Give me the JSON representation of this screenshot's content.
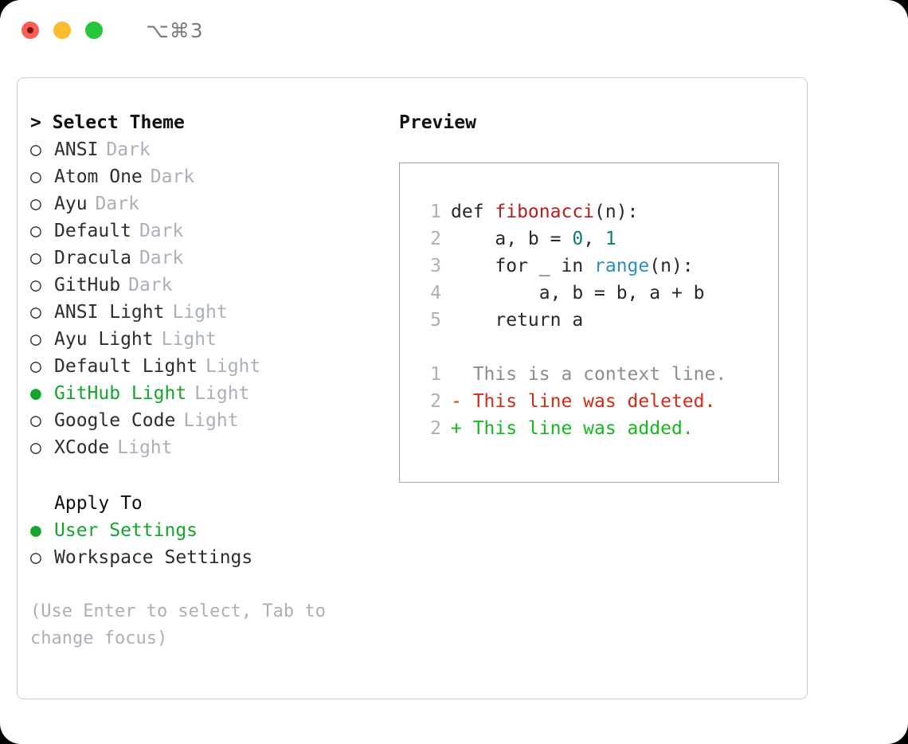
{
  "titlebar": {
    "shortcut": "⌥⌘3",
    "lights": [
      {
        "name": "close",
        "color": "#fa5f55"
      },
      {
        "name": "minimize",
        "color": "#fdbc2c"
      },
      {
        "name": "maximize",
        "color": "#25c639"
      }
    ]
  },
  "theme_selector": {
    "header": "> Select Theme",
    "items": [
      {
        "label": "ANSI",
        "tag": "Dark",
        "selected": false
      },
      {
        "label": "Atom One",
        "tag": "Dark",
        "selected": false
      },
      {
        "label": "Ayu",
        "tag": "Dark",
        "selected": false
      },
      {
        "label": "Default",
        "tag": "Dark",
        "selected": false
      },
      {
        "label": "Dracula",
        "tag": "Dark",
        "selected": false
      },
      {
        "label": "GitHub",
        "tag": "Dark",
        "selected": false
      },
      {
        "label": "ANSI Light",
        "tag": "Light",
        "selected": false
      },
      {
        "label": "Ayu Light",
        "tag": "Light",
        "selected": false
      },
      {
        "label": "Default Light",
        "tag": "Light",
        "selected": false
      },
      {
        "label": "GitHub Light",
        "tag": "Light",
        "selected": true
      },
      {
        "label": "Google Code",
        "tag": "Light",
        "selected": false
      },
      {
        "label": "XCode",
        "tag": "Light",
        "selected": false
      }
    ],
    "bullet_selected": "●",
    "bullet_unselected": "○"
  },
  "apply_to": {
    "header": "Apply To",
    "items": [
      {
        "label": "User Settings",
        "selected": true
      },
      {
        "label": "Workspace Settings",
        "selected": false
      }
    ]
  },
  "hint": "(Use Enter to select, Tab to change focus)",
  "preview": {
    "title": "Preview",
    "code_lines": [
      {
        "num": "1",
        "indent": "",
        "tokens": [
          {
            "t": "def ",
            "k": "plain"
          },
          {
            "t": "fibonacci",
            "k": "fn"
          },
          {
            "t": "(n):",
            "k": "plain"
          }
        ]
      },
      {
        "num": "2",
        "indent": "    ",
        "tokens": [
          {
            "t": "a, b = ",
            "k": "plain"
          },
          {
            "t": "0",
            "k": "num"
          },
          {
            "t": ", ",
            "k": "plain"
          },
          {
            "t": "1",
            "k": "num"
          }
        ]
      },
      {
        "num": "3",
        "indent": "    ",
        "tokens": [
          {
            "t": "for _ in ",
            "k": "plain"
          },
          {
            "t": "range",
            "k": "call"
          },
          {
            "t": "(n):",
            "k": "plain"
          }
        ]
      },
      {
        "num": "4",
        "indent": "        ",
        "tokens": [
          {
            "t": "a, b = b, a + b",
            "k": "plain"
          }
        ]
      },
      {
        "num": "5",
        "indent": "    ",
        "tokens": [
          {
            "t": "return a",
            "k": "plain"
          }
        ]
      }
    ],
    "diff_lines": [
      {
        "num": "1",
        "marker": "  ",
        "text": "This is a context line.",
        "kind": "ctx"
      },
      {
        "num": "2",
        "marker": "- ",
        "text": "This line was deleted.",
        "kind": "del"
      },
      {
        "num": "2",
        "marker": "+ ",
        "text": "This line was added.",
        "kind": "add"
      }
    ]
  },
  "colors": {
    "accent_green": "#13a52c",
    "muted": "#a9b0ba",
    "diff_add": "#16b81f",
    "diff_del": "#d32b16",
    "syntax_function": "#b32020",
    "syntax_number": "#0b7c72",
    "syntax_call": "#2b8fc4"
  }
}
